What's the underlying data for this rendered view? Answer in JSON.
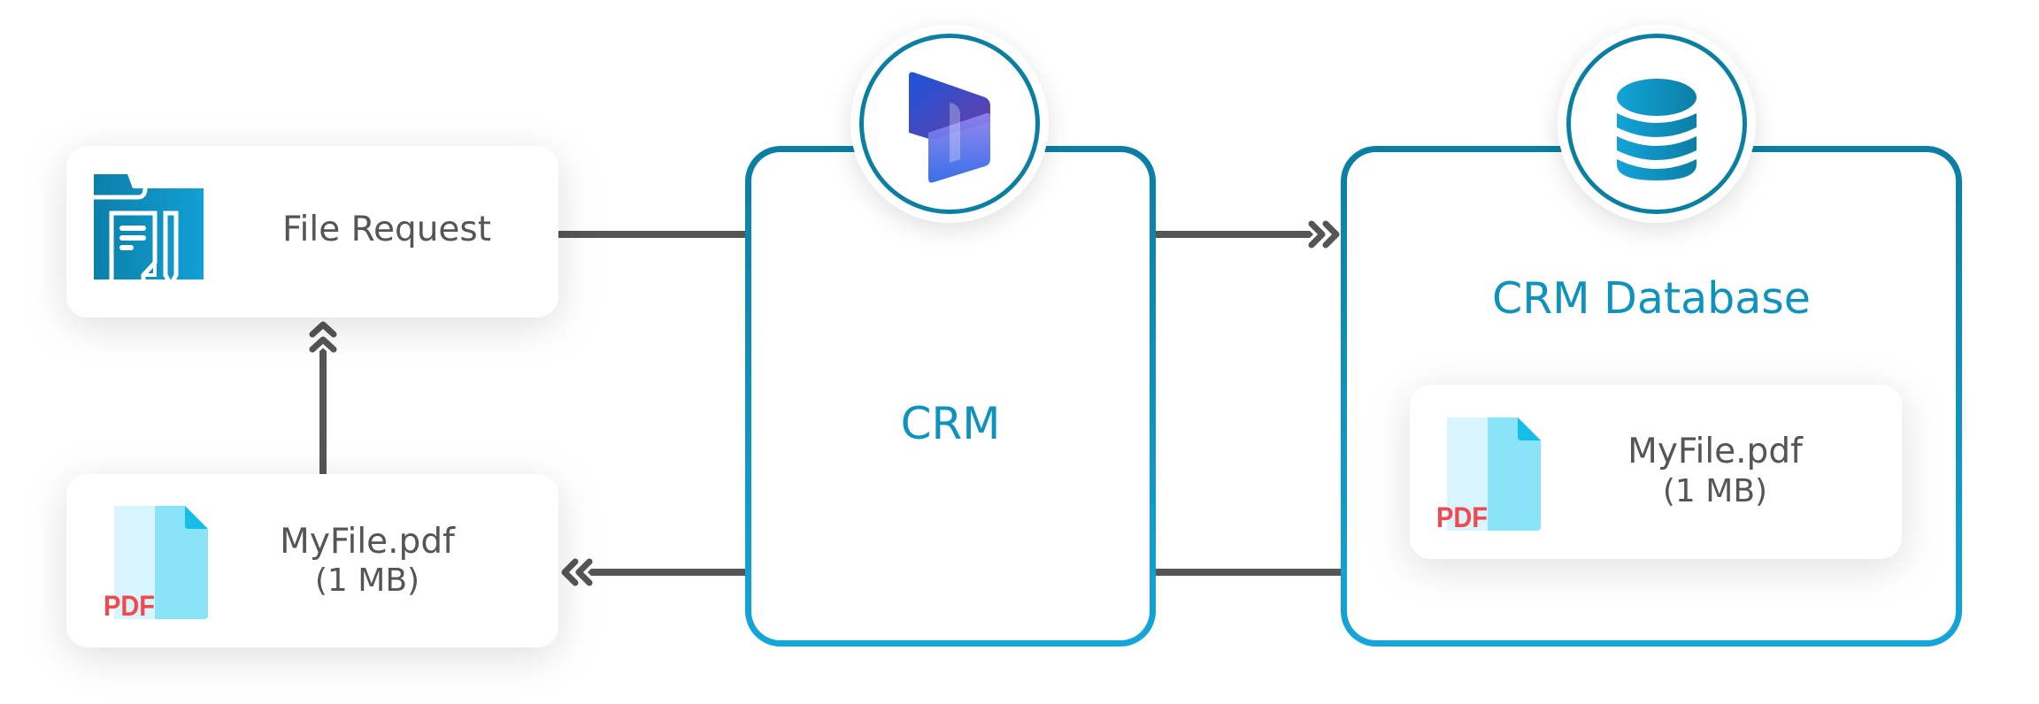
{
  "diagram": {
    "nodes": {
      "file_request": {
        "label": "File Request",
        "icon": "file-request-folder-icon"
      },
      "local_file": {
        "name": "MyFile.pdf",
        "size": "(1 MB)",
        "icon": "pdf-file-icon",
        "badge": "PDF"
      },
      "crm": {
        "label": "CRM",
        "icon": "dynamics-365-logo-icon"
      },
      "crm_database": {
        "label": "CRM Database",
        "icon": "database-icon",
        "stored_file": {
          "name": "MyFile.pdf",
          "size": "(1 MB)",
          "icon": "pdf-file-icon",
          "badge": "PDF"
        }
      }
    },
    "edges": [
      {
        "from": "file_request",
        "to": "crm_database",
        "via": "crm",
        "arrow": "double-chevron-right"
      },
      {
        "from": "crm_database",
        "to": "local_file",
        "via": "crm",
        "arrow": "double-chevron-left"
      },
      {
        "from": "local_file",
        "to": "file_request",
        "arrow": "double-chevron-up"
      }
    ],
    "colors": {
      "accent": "#0e93bf",
      "frame_top": "#0a7ea3",
      "frame_bottom": "#13a6da",
      "connector": "#555555",
      "text": "#555555",
      "pdf_red": "#f04a4f",
      "file_light": "#d8f4fc",
      "file_mid": "#8ae4f8",
      "file_fold": "#16bde6"
    }
  }
}
